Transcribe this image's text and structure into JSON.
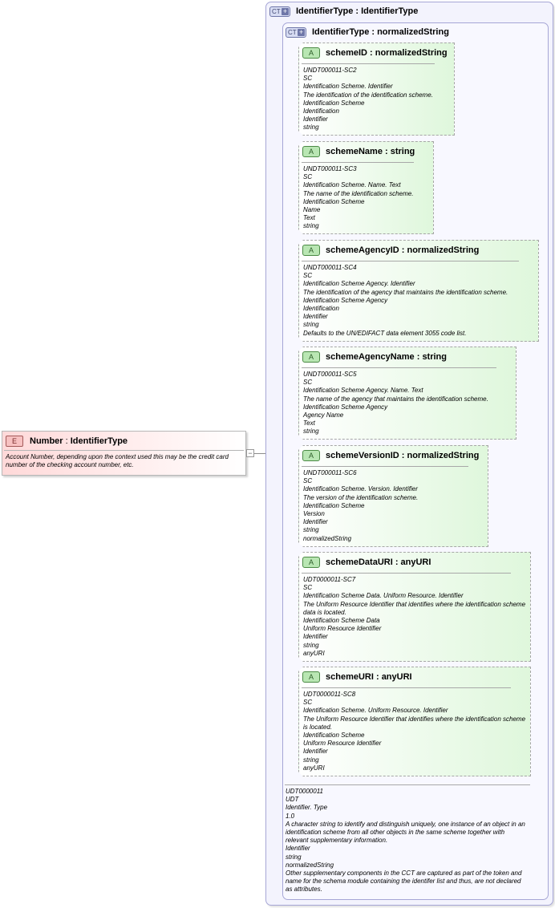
{
  "element": {
    "badge": "E",
    "name": "Number",
    "type_sep": " : ",
    "type": "IdentifierType",
    "doc": "Account Number, depending upon the context used this may be the credit card number of the checking account number, etc."
  },
  "collapse_symbol": "−",
  "outer_type": {
    "badge": "CT",
    "title": "IdentifierType : IdentifierType"
  },
  "inner_type": {
    "badge": "CT",
    "title": "IdentifierType : normalizedString",
    "doc": [
      "UDT0000011",
      "UDT",
      "Identifier. Type",
      "1.0",
      "A character string to identify and distinguish uniquely, one instance of an object in an identification scheme from all other objects in the same scheme together with relevant supplementary information.",
      "Identifier",
      "string",
      "normalizedString",
      "Other supplementary components in the CCT are captured as part of the token and name for the schema module containing the identifer list and thus, are not declared as attributes."
    ]
  },
  "attributes": [
    {
      "badge": "A",
      "title": "schemeID : normalizedString",
      "doc": [
        "UNDT000011-SC2",
        "SC",
        "Identification Scheme. Identifier",
        "The identification of the identification scheme.",
        "Identification Scheme",
        "Identification",
        "Identifier",
        "string"
      ]
    },
    {
      "badge": "A",
      "title": "schemeName : string",
      "doc": [
        "UNDT000011-SC3",
        "SC",
        "Identification Scheme. Name. Text",
        "The name of the identification scheme.",
        "Identification Scheme",
        "Name",
        "Text",
        "string"
      ]
    },
    {
      "badge": "A",
      "title": "schemeAgencyID : normalizedString",
      "doc": [
        "UNDT000011-SC4",
        "SC",
        "Identification Scheme Agency. Identifier",
        "The identification of the agency that maintains the identification scheme.",
        "Identification Scheme Agency",
        "Identification",
        "Identifier",
        "string",
        "Defaults to the UN/EDIFACT data element 3055 code list."
      ]
    },
    {
      "badge": "A",
      "title": "schemeAgencyName : string",
      "doc": [
        "UNDT000011-SC5",
        "SC",
        "Identification Scheme Agency. Name. Text",
        "The name of the agency that maintains the identification scheme.",
        "Identification Scheme Agency",
        "Agency Name",
        "Text",
        "string"
      ]
    },
    {
      "badge": "A",
      "title": "schemeVersionID : normalizedString",
      "doc": [
        "UNDT000011-SC6",
        "SC",
        "Identification Scheme. Version. Identifier",
        "The version of the identification scheme.",
        "Identification Scheme",
        "Version",
        "Identifier",
        "string",
        "normalizedString"
      ]
    },
    {
      "badge": "A",
      "title": "schemeDataURI : anyURI",
      "doc": [
        "UDT0000011-SC7",
        "SC",
        "Identification Scheme Data. Uniform Resource. Identifier",
        "The Uniform Resource Identifier that identifies where the identification scheme data is located.",
        "Identification Scheme Data",
        "Uniform Resource Identifier",
        "Identifier",
        "string",
        "anyURI"
      ]
    },
    {
      "badge": "A",
      "title": "schemeURI : anyURI",
      "doc": [
        "UDT0000011-SC8",
        "SC",
        "Identification Scheme. Uniform Resource. Identifier",
        "The Uniform Resource Identifier that identifies where the identification scheme is located.",
        "Identification Scheme",
        "Uniform Resource Identifier",
        "Identifier",
        "string",
        "anyURI"
      ]
    }
  ]
}
